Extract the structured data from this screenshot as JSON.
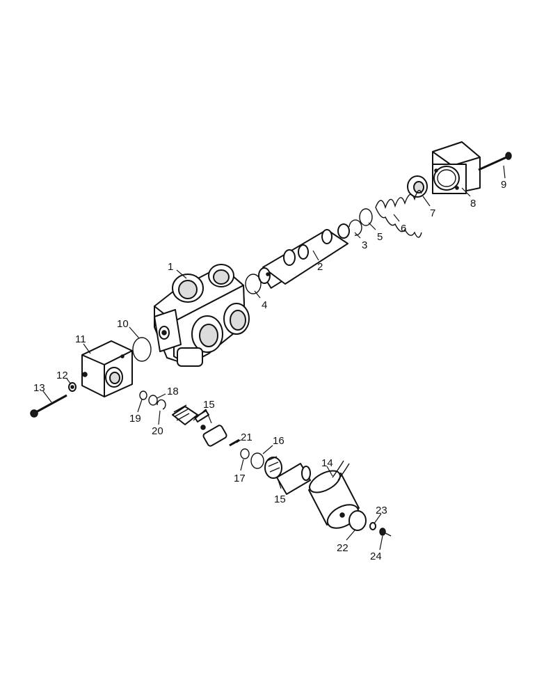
{
  "callouts": [
    "1",
    "2",
    "3",
    "4",
    "5",
    "6",
    "7",
    "8",
    "9",
    "10",
    "11",
    "12",
    "13",
    "14",
    "15",
    "15",
    "16",
    "17",
    "18",
    "19",
    "20",
    "21",
    "22",
    "23",
    "24"
  ]
}
